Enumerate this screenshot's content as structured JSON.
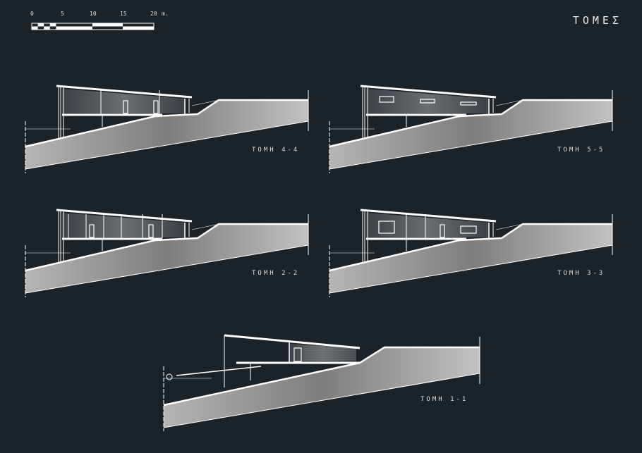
{
  "title": "ΤΟΜΕΣ",
  "scale_bar": {
    "ticks": [
      "0",
      "5",
      "10",
      "15",
      "20"
    ],
    "unit": "m."
  },
  "sections": [
    {
      "id": "4-4",
      "label": "ΤΟΜΗ 4-4"
    },
    {
      "id": "5-5",
      "label": "ΤΟΜΗ 5-5"
    },
    {
      "id": "2-2",
      "label": "ΤΟΜΗ 2-2"
    },
    {
      "id": "3-3",
      "label": "ΤΟΜΗ 3-3"
    },
    {
      "id": "1-1",
      "label": "ΤΟΜΗ 1-1"
    }
  ],
  "colors": {
    "background": "#1b2329",
    "line": "#ffffff",
    "ground": "#9a9a9a"
  }
}
